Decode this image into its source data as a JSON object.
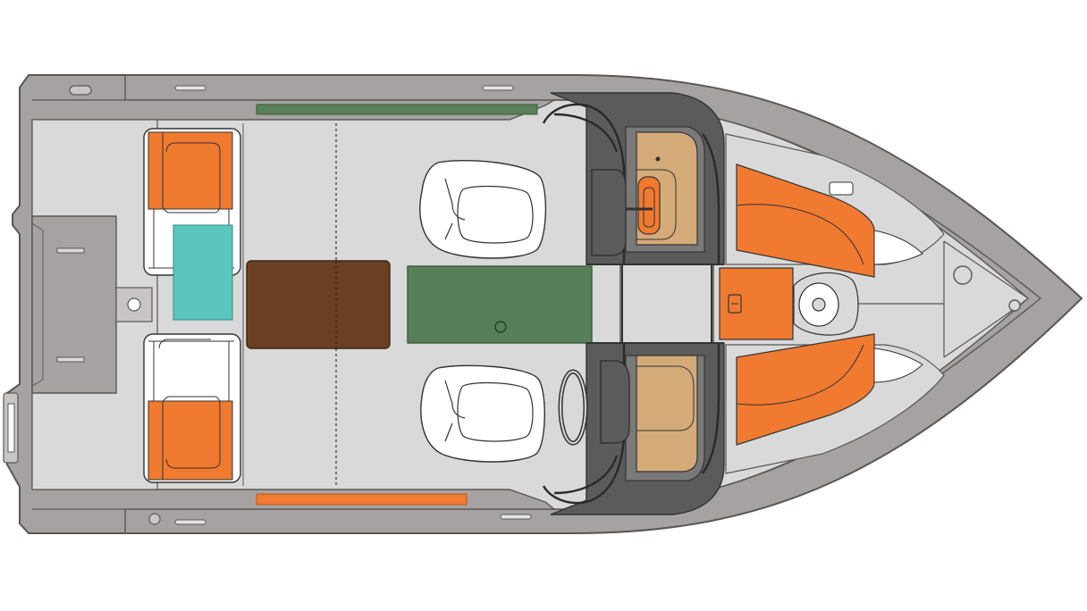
{
  "diagram": {
    "kind": "boat-deck-layout-top-view",
    "orientation": "bow-right",
    "zones": [
      {
        "id": "rear-bench-seat-starboard",
        "color": "#f07a30"
      },
      {
        "id": "rear-bench-seat-port",
        "color": "#f07a30"
      },
      {
        "id": "rear-seat-center-cushion",
        "color": "#5bc6c0"
      },
      {
        "id": "rear-center-table",
        "color": "#6b4022"
      },
      {
        "id": "center-storage-hatch",
        "color": "#588058"
      },
      {
        "id": "starboard-side-storage-strip",
        "color": "#588058"
      },
      {
        "id": "port-side-storage-strip",
        "color": "#f07a30"
      },
      {
        "id": "helm-console-starboard",
        "color": "#d4aa78"
      },
      {
        "id": "passenger-console-port",
        "color": "#d4aa78"
      },
      {
        "id": "bow-lounge-starboard",
        "color": "#f07a30"
      },
      {
        "id": "bow-lounge-port",
        "color": "#f07a30"
      },
      {
        "id": "bow-center-locker",
        "color": "#f07a30"
      }
    ],
    "colors": {
      "hull": "#a7a2a2",
      "hull-outline": "#5a5656",
      "deck": "#d9d9d9",
      "windshield-frame": "#5b5b5b",
      "upholstery-white": "#ffffff"
    }
  }
}
